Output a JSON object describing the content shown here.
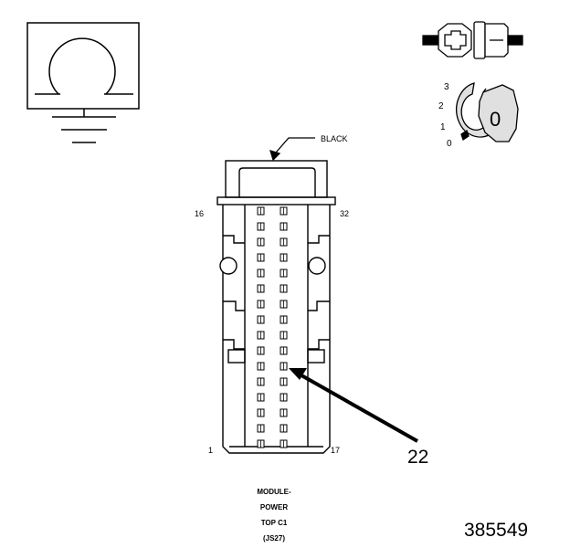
{
  "connector": {
    "color_label": "BLACK",
    "pin_labels": {
      "top_left": "16",
      "top_right": "32",
      "bottom_left": "1",
      "bottom_right": "17"
    },
    "callout_pin": "22",
    "pins_per_column": 16,
    "columns": 2,
    "caption_lines": [
      "MODULE-",
      "POWER",
      "TOP C1",
      "(JS27)"
    ]
  },
  "key_positions": [
    "3",
    "2",
    "1",
    "0"
  ],
  "key_symbol": "0",
  "figure_number": "385549",
  "colors": {
    "ink": "#000000",
    "background": "#ffffff",
    "key_fill": "#e0e0e0"
  }
}
